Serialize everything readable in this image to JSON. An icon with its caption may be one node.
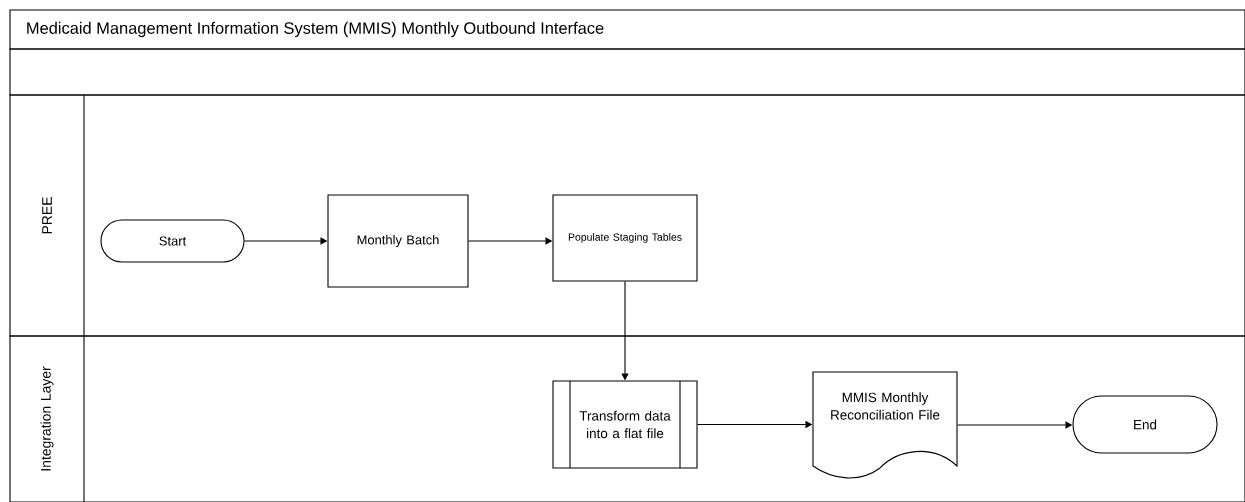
{
  "diagram": {
    "title": "Medicaid Management Information System (MMIS) Monthly Outbound Interface",
    "nodes": [
      {
        "text": [
          "PREE"
        ]
      },
      {
        "text": [
          "Integration Layer"
        ]
      },
      {
        "text": [
          "Start"
        ],
        "in": 0
      },
      {
        "text": [
          "Monthly Batch"
        ],
        "in": 0
      },
      {
        "text": [
          "Populate Staging Tables"
        ],
        "in": 0
      },
      {
        "text": [
          "Transform data into a flat file"
        ],
        "in": 1
      },
      {
        "text": [
          "MMIS Monthly Reconciliation File"
        ],
        "in": 1
      },
      {
        "text": [
          "End"
        ],
        "in": 1
      }
    ],
    "edges": [
      {
        "from": 2,
        "to": 3,
        "arrow": "to"
      },
      {
        "from": 3,
        "to": 4,
        "arrow": "to"
      },
      {
        "from": 4,
        "to": 5,
        "arrow": "to"
      },
      {
        "from": 5,
        "to": 6,
        "arrow": "to"
      },
      {
        "from": 6,
        "to": 7,
        "arrow": "to"
      }
    ]
  }
}
